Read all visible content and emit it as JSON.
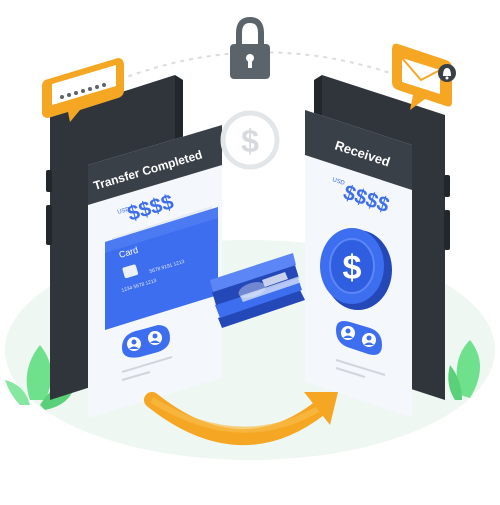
{
  "colors": {
    "blue": "#3d6ef0",
    "dark_blue": "#2448b8",
    "phone_body": "#2f353b",
    "phone_screen": "#f4f7fb",
    "header": "#3a4047",
    "orange": "#f5a623",
    "gray": "#5b636b",
    "leaf": "#6fe08c",
    "floor": "#eef7f1"
  },
  "icons": {
    "lock": "padlock-icon",
    "dollar": "dollar-sign-icon",
    "password_bubble": "password-chat-bubble-icon",
    "mail_bubble": "envelope-notification-icon",
    "coin": "dollar-coin-icon",
    "cash": "banknote-stack-icon",
    "transfer_arrow": "curved-arrow-icon",
    "users": "user-avatar-icon"
  },
  "left_phone": {
    "header": "Transfer Completed",
    "currency": "USD",
    "amount": "$$$$",
    "card": {
      "label": "Card",
      "number_line_1": "5678   9191   1213",
      "number_line_2": "1234   5678   1213"
    }
  },
  "right_phone": {
    "header": "Received",
    "currency": "USD",
    "amount": "$$$$"
  }
}
